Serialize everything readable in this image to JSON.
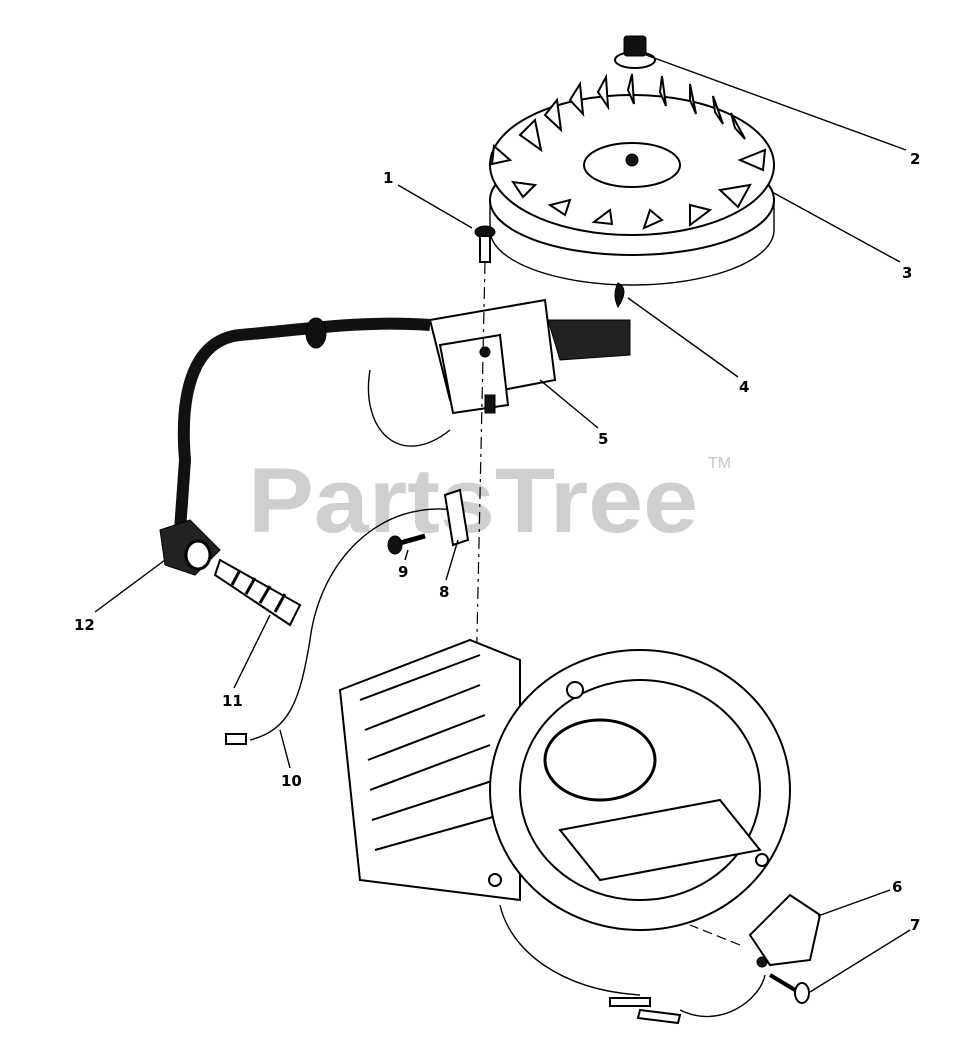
{
  "watermark": {
    "text": "PartsTree",
    "trademark": "TM"
  },
  "callouts": [
    "1",
    "2",
    "3",
    "4",
    "5",
    "6",
    "7",
    "8",
    "9",
    "10",
    "11",
    "12"
  ]
}
